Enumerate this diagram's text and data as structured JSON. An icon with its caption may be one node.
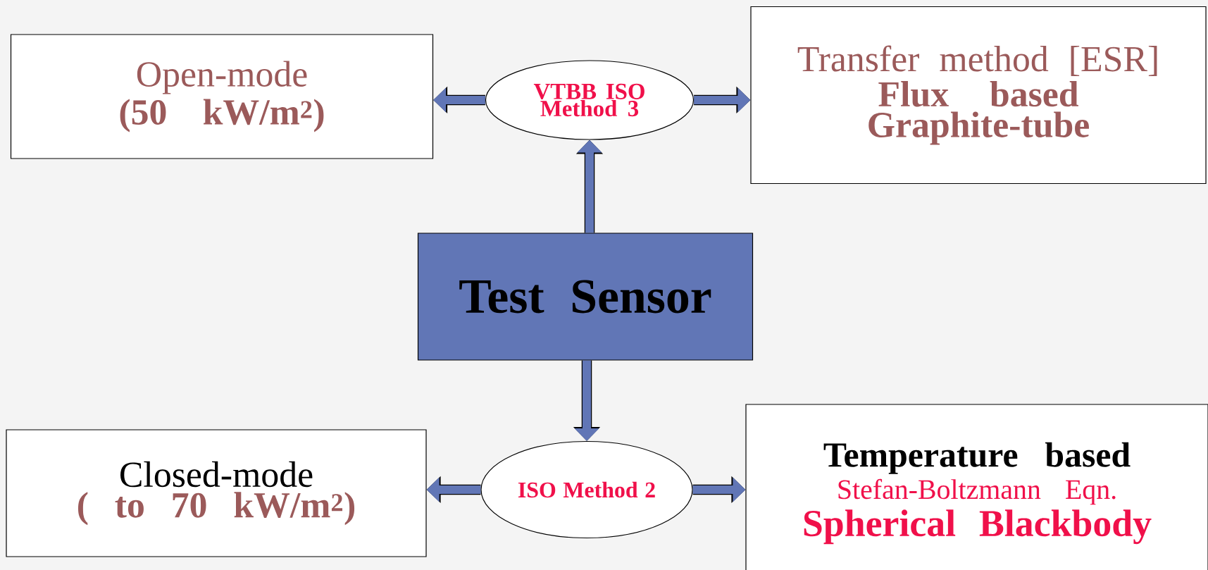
{
  "diagram": {
    "nodes": [
      {
        "text": [
          "Open-mode",
          "(50 kW/m$^{2}$)"
        ]
      },
      {
        "text": [
          "VTBB ISO Method 3"
        ]
      },
      {
        "text": [
          "Transfer method [ESR]",
          "Flux based",
          "Graphite-tube"
        ]
      },
      {
        "text": [
          "Test Sensor"
        ]
      },
      {
        "text": [
          "ISO Method 2"
        ]
      },
      {
        "text": [
          "Closed-mode",
          "( to 70 kW/m$^{2}$)"
        ]
      },
      {
        "text": [
          "Temperature based",
          "Stefan-Boltzmann Eqn.",
          "Spherical Blackbody"
        ]
      }
    ],
    "edges": [
      {
        "from": 1,
        "to": 0,
        "arrow": "to"
      },
      {
        "from": 1,
        "to": 2,
        "arrow": "to"
      },
      {
        "from": 3,
        "to": 1,
        "arrow": "to"
      },
      {
        "from": 3,
        "to": 4,
        "arrow": "to"
      },
      {
        "from": 4,
        "to": 5,
        "arrow": "to"
      },
      {
        "from": 4,
        "to": 6,
        "arrow": "to"
      }
    ]
  }
}
